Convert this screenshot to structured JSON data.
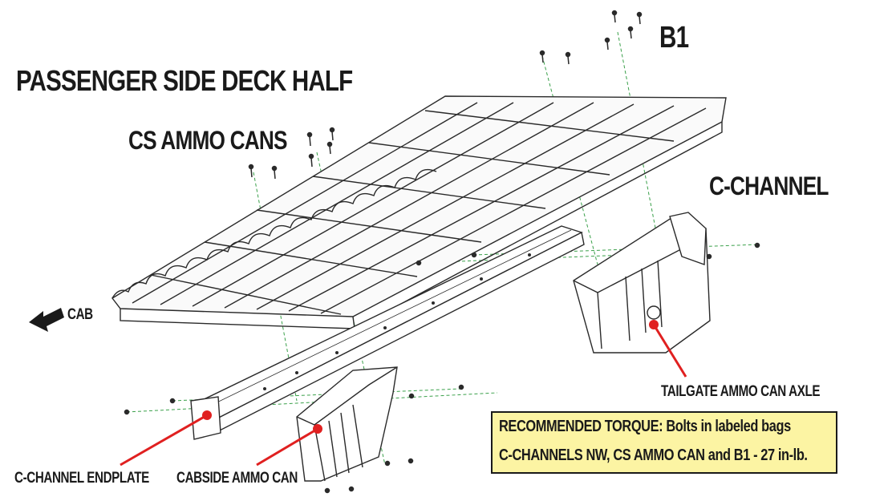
{
  "labels": {
    "title": "PASSENGER SIDE DECK HALF",
    "cs_ammo_cans": "CS AMMO CANS",
    "b1": "B1",
    "c_channel": "C-CHANNEL",
    "cab": "CAB",
    "tailgate_axle": "TAILGATE AMMO CAN AXLE",
    "c_channel_endplate": "C-CHANNEL ENDPLATE",
    "cabside_ammo_can": "CABSIDE AMMO CAN"
  },
  "torque_note": {
    "heading": "RECOMMENDED TORQUE:",
    "line1_rest": " Bolts in labeled bags",
    "line2": "C-CHANNELS NW, CS AMMO CAN and B1 - 27 in-lb."
  },
  "colors": {
    "line": "#2a2a2a",
    "guide": "#3aa04a",
    "callout": "#e02020",
    "note_bg": "#fcf4a3"
  }
}
